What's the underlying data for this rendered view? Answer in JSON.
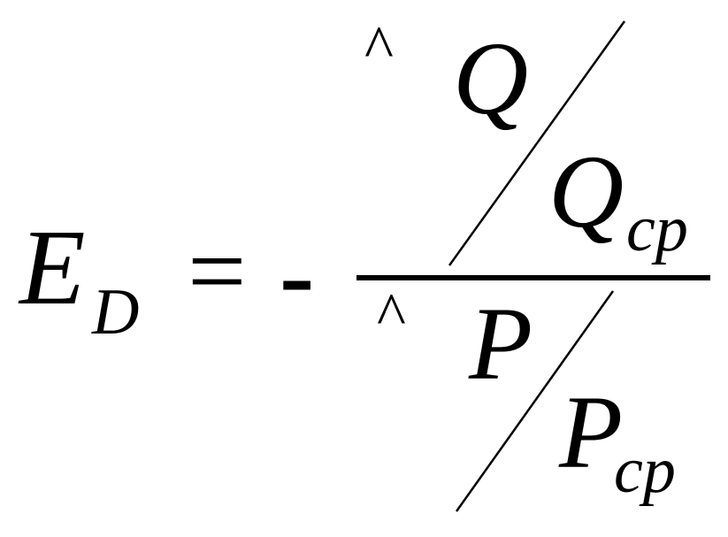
{
  "formula": {
    "lhs": {
      "symbol": "E",
      "subscript": "D"
    },
    "equals": "=",
    "minus": "-",
    "numerator": {
      "hat": "^",
      "top": "Q",
      "bottom_symbol": "Q",
      "bottom_subscript": "cp"
    },
    "denominator": {
      "hat": "^",
      "top": "P",
      "bottom_symbol": "P",
      "bottom_subscript": "cp"
    }
  }
}
